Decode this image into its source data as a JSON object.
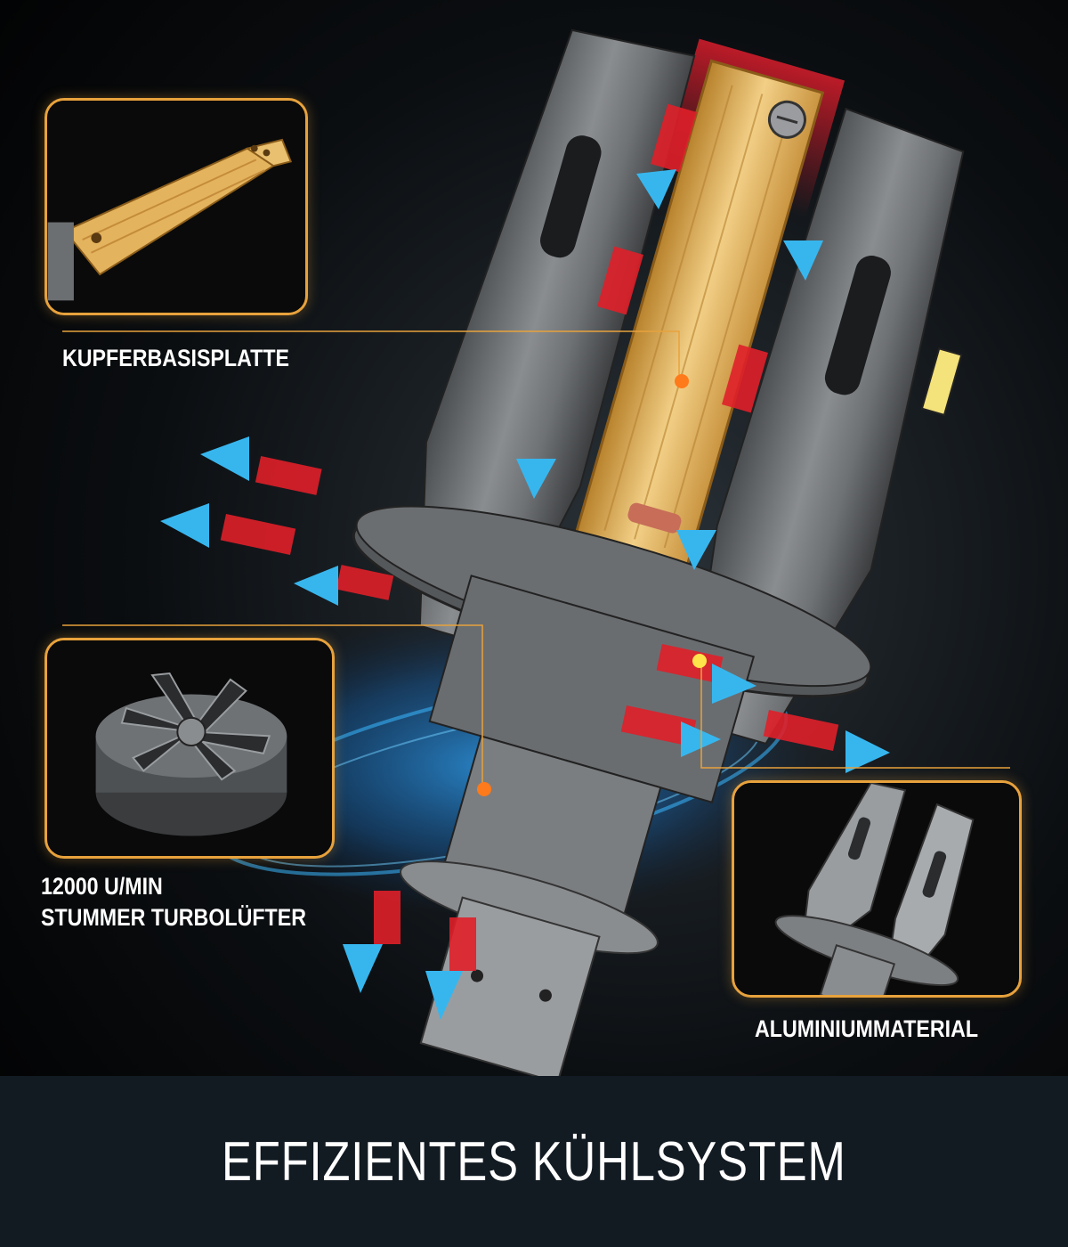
{
  "callouts": {
    "copper_plate": {
      "label": "KUPFERBASISPLATTE"
    },
    "fan": {
      "line1": "12000 U/MIN",
      "line2": "STUMMER TURBOLÜFTER"
    },
    "aluminium": {
      "label": "ALUMINIUMMATERIAL"
    }
  },
  "footer": {
    "title": "EFFIZIENTES KÜHLSYSTEM"
  },
  "colors": {
    "accent_orange": "#e8a23c",
    "hot_air_red": "#e0202a",
    "cool_air_blue": "#37b6ee",
    "copper_gold": "#e9b556",
    "footer_bg": "#121a22"
  },
  "icons": {
    "copper": "copper-plate-icon",
    "fan": "turbo-fan-icon",
    "aluminium": "aluminium-bulb-icon"
  }
}
